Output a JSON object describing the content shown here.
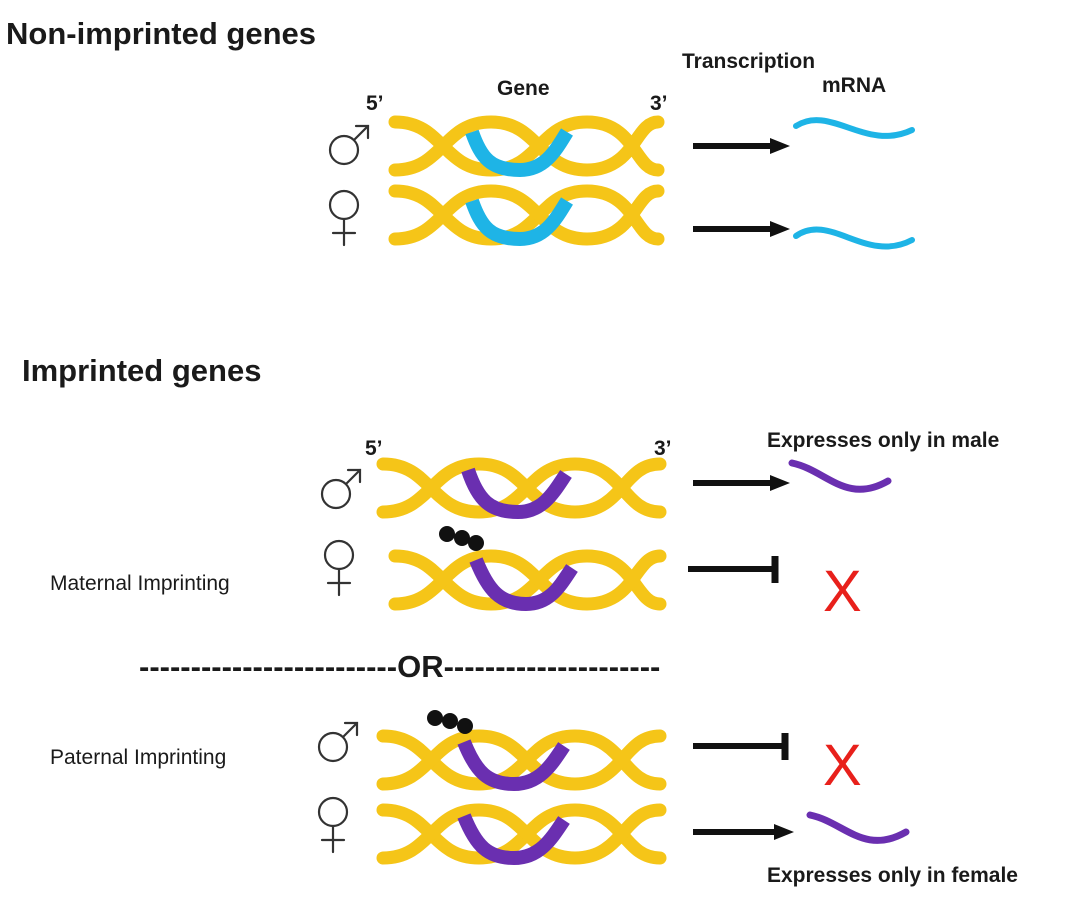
{
  "titles": {
    "non_imprinted": "Non-imprinted genes",
    "imprinted": "Imprinted  genes"
  },
  "labels": {
    "five_prime": "5’",
    "three_prime": "3’",
    "gene": "Gene",
    "transcription": "Transcription",
    "mrna": "mRNA",
    "expresses_male": "Expresses only in male",
    "expresses_female": "Expresses only in female",
    "maternal_imprinting": "Maternal Imprinting",
    "paternal_imprinting": "Paternal Imprinting",
    "separator": "-------------------------OR---------------------",
    "x_mark": "X"
  },
  "colors": {
    "dna": "#F5C518",
    "gene_non_imprinted": "#1EB4E6",
    "gene_imprinted": "#6A2FB0",
    "methyl": "#111111",
    "arrow": "#111111",
    "x_mark": "#E8201B",
    "text": "#1a1a1a"
  },
  "icons": {
    "male": "mars-symbol-icon",
    "female": "venus-symbol-icon",
    "methylation": "methyl-group-dots-icon"
  }
}
